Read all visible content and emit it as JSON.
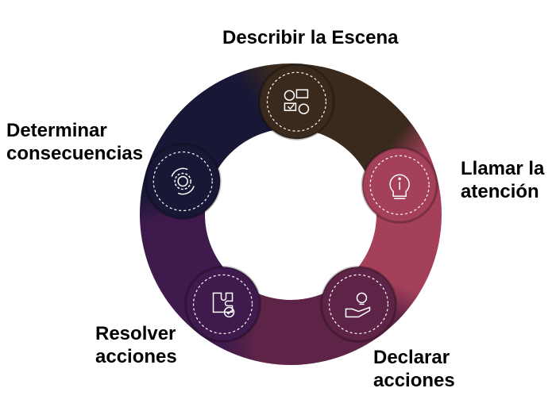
{
  "steps": [
    {
      "label": "Describir la Escena",
      "line1": "Describir la Escena",
      "line2": "",
      "icon": "conversation-icon",
      "color": "#3a2a1e",
      "text_color": "#3f2a1f"
    },
    {
      "label": "Llamar la atención",
      "line1": "Llamar la",
      "line2": "atención",
      "icon": "info-bulb-icon",
      "color": "#a4405a",
      "text_color": "#b3405a"
    },
    {
      "label": "Declarar acciones",
      "line1": "Declarar",
      "line2": "acciones",
      "icon": "hand-bulb-icon",
      "color": "#5e2447",
      "text_color": "#5a2347"
    },
    {
      "label": "Resolver acciones",
      "line1": "Resolver",
      "line2": "acciones",
      "icon": "puzzle-check-icon",
      "color": "#3f1a4c",
      "text_color": "#4a1f55"
    },
    {
      "label": "Determinar consecuencias",
      "line1": "Determinar",
      "line2": "consecuencias",
      "icon": "gear-cycle-icon",
      "color": "#181836",
      "text_color": "#6a2350"
    }
  ]
}
